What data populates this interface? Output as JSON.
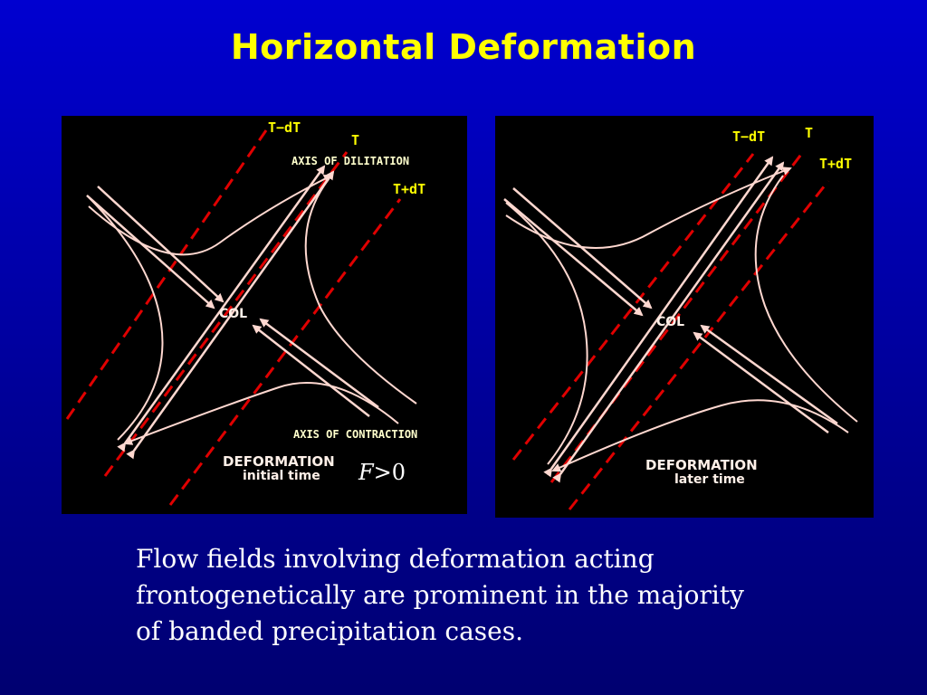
{
  "title": "Horizontal Deformation",
  "left_panel": {
    "t_minus": "T−dT",
    "t": "T",
    "t_plus": "T+dT",
    "axis_dilitation": "AXIS OF DILITATION",
    "axis_contraction": "AXIS OF CONTRACTION",
    "col": "COL",
    "deformation": "DEFORMATION",
    "time": "initial time"
  },
  "right_panel": {
    "t_minus": "T−dT",
    "t": "T",
    "t_plus": "T+dT",
    "col": "COL",
    "deformation": "DEFORMATION",
    "time": "later time"
  },
  "frontogenesis_symbol": "F",
  "frontogenesis_relation": ">0",
  "caption": "Flow fields involving deformation acting\nfrontogenetically are prominent in the majority\nof banded precipitation cases.",
  "colors": {
    "background_top": "#0000d0",
    "title": "#ffff00",
    "isotherm": "#e00000",
    "flow": "#ffd8d0",
    "panel": "#000000"
  }
}
